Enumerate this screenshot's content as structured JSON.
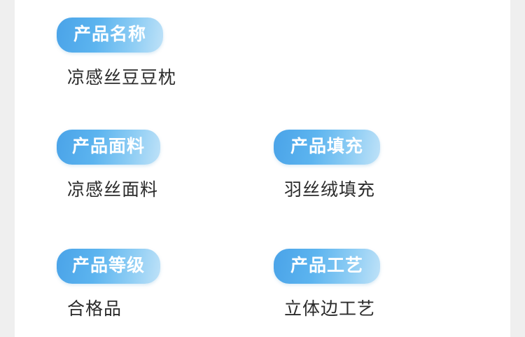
{
  "page": {
    "background": "#efefef",
    "card_background": "#ffffff",
    "pill_gradient_start": "#4aa3e8",
    "pill_gradient_end": "#bfe2f8",
    "text_color": "#2b2b2b"
  },
  "specs": [
    {
      "label": "产品名称",
      "value": "凉感丝豆豆枕"
    },
    {
      "label": "产品面料",
      "value": "凉感丝面料"
    },
    {
      "label": "产品填充",
      "value": "羽丝绒填充"
    },
    {
      "label": "产品等级",
      "value": "合格品"
    },
    {
      "label": "产品工艺",
      "value": "立体边工艺"
    }
  ]
}
